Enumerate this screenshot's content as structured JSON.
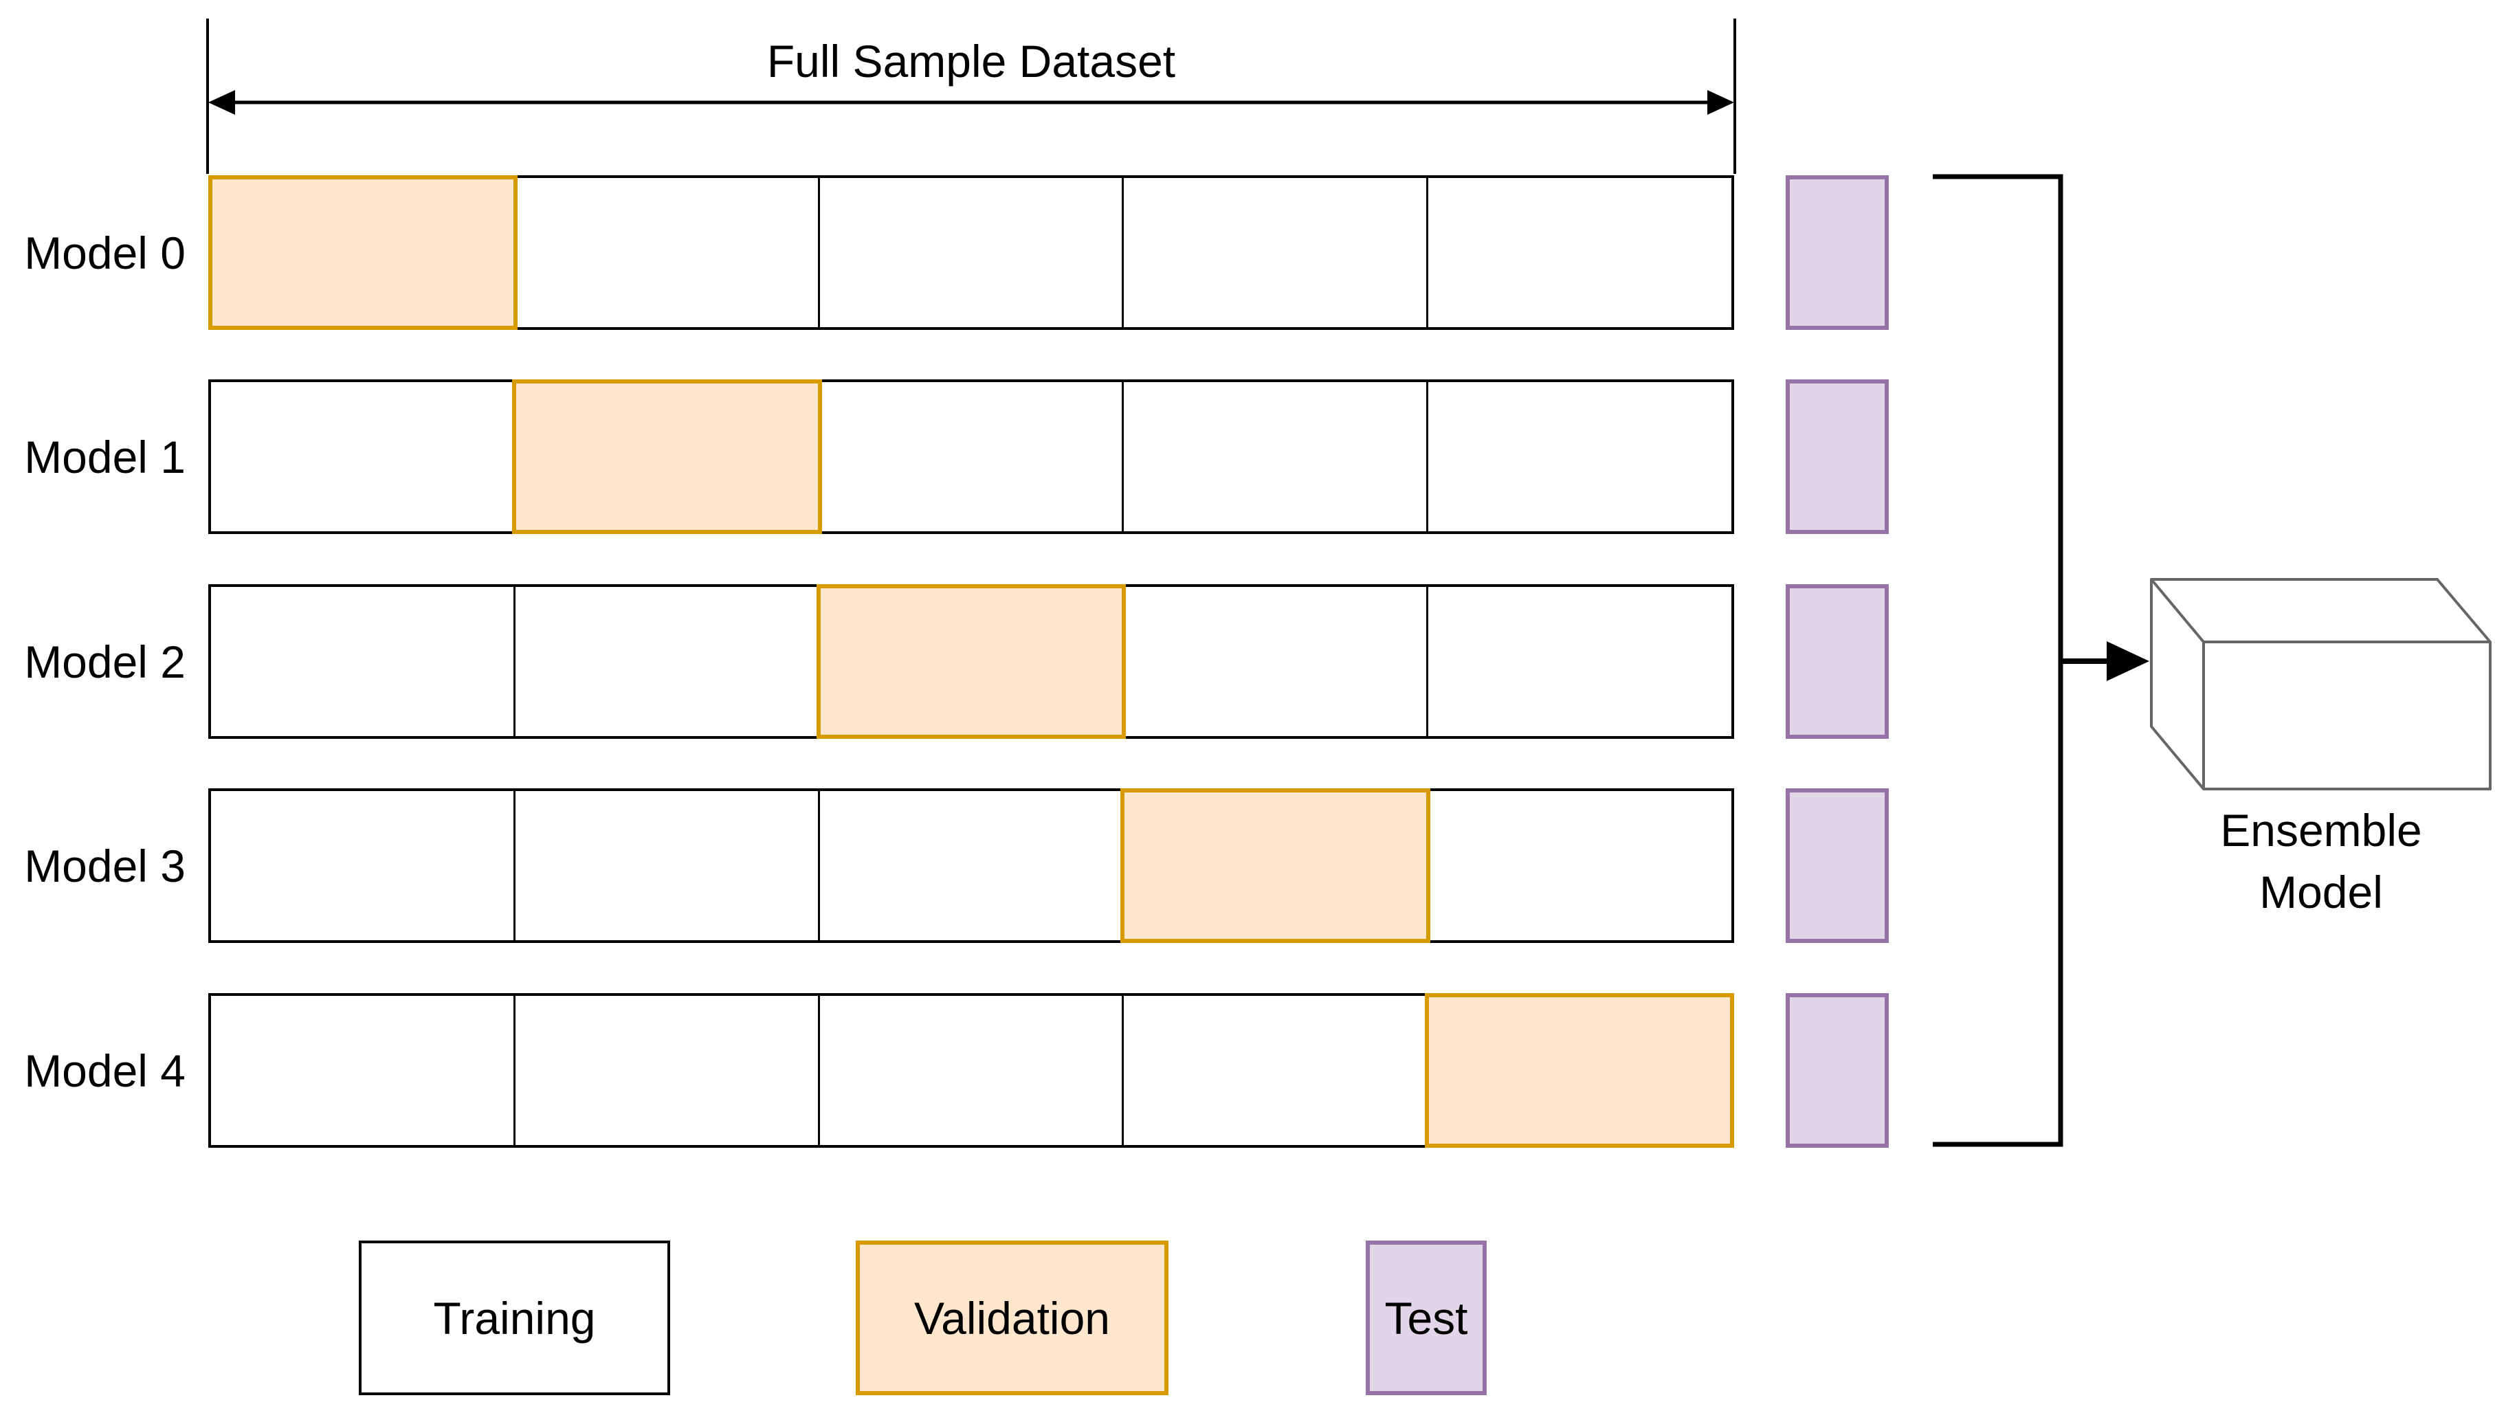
{
  "diagram": {
    "dataset_label": "Full Sample Dataset",
    "segments_per_row": 5,
    "models": [
      {
        "label": "Model 0",
        "validation_index": 0
      },
      {
        "label": "Model 1",
        "validation_index": 1
      },
      {
        "label": "Model 2",
        "validation_index": 2
      },
      {
        "label": "Model 3",
        "validation_index": 3
      },
      {
        "label": "Model 4",
        "validation_index": 4
      }
    ],
    "ensemble": {
      "line1": "Ensemble",
      "line2": "Model"
    },
    "legend": {
      "training": "Training",
      "validation": "Validation",
      "test": "Test"
    },
    "colors": {
      "training_fill": "#FFFFFF",
      "training_stroke": "#000000",
      "validation_fill": "#FFE6CC",
      "validation_stroke": "#D79B00",
      "test_fill": "#E1D5E7",
      "test_stroke": "#9673A6",
      "connector": "#000000",
      "cube_stroke": "#666666"
    }
  }
}
